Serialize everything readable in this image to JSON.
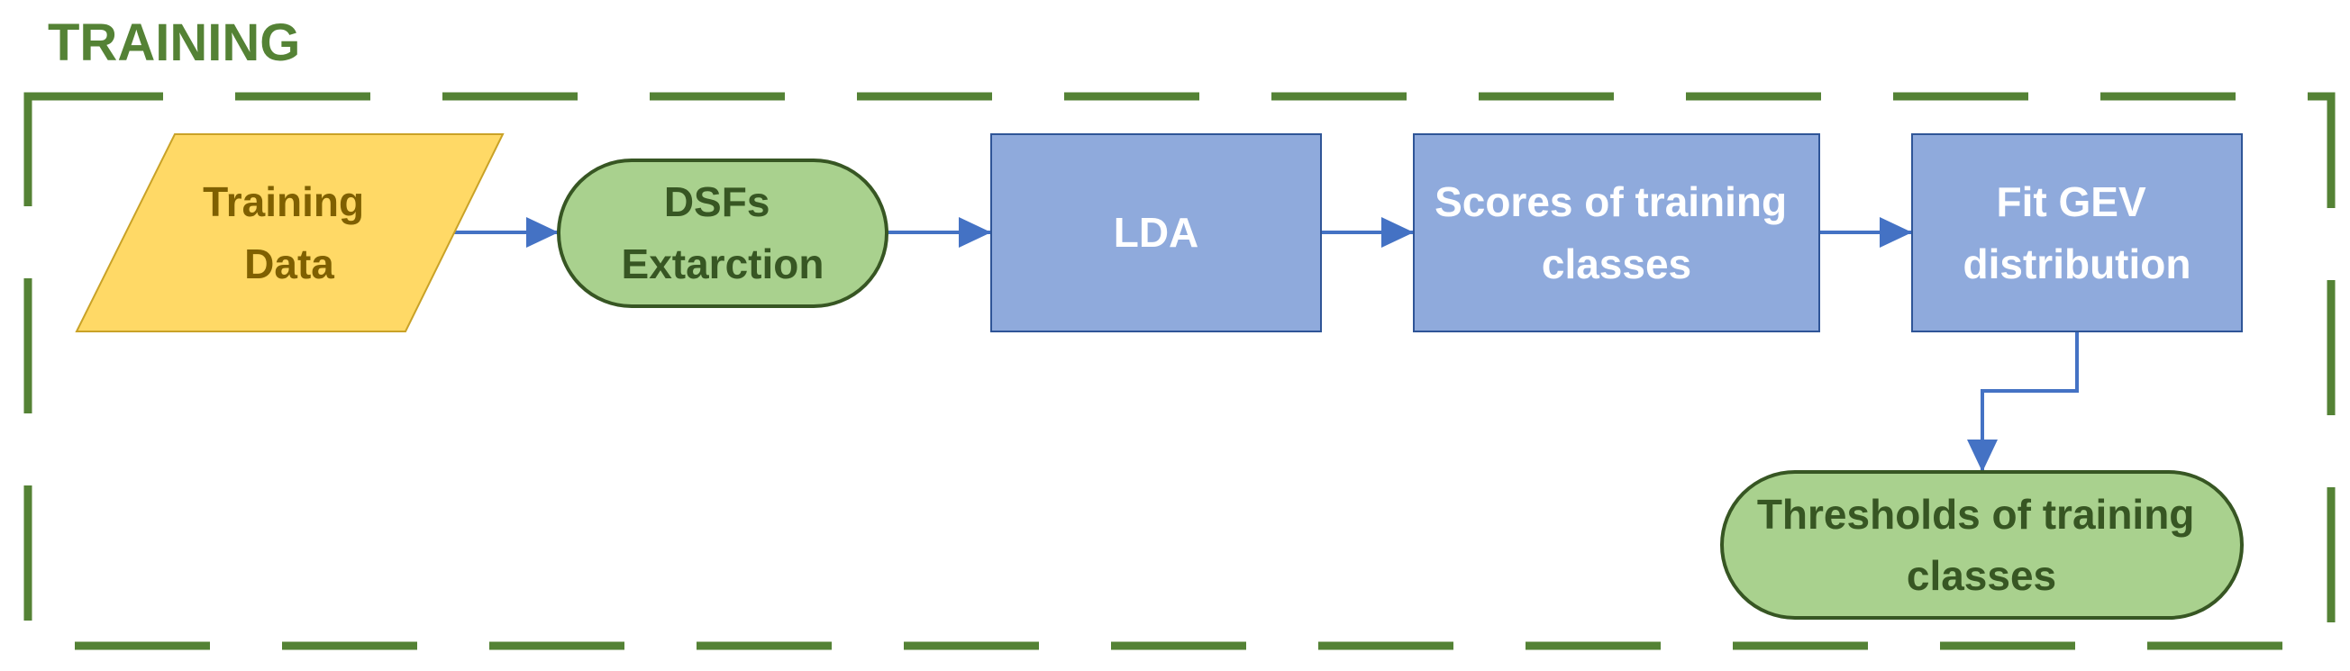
{
  "title": "TRAINING",
  "nodes": [
    {
      "id": "training-data",
      "shape": "parallelogram",
      "lines": [
        "Training",
        "Data"
      ]
    },
    {
      "id": "dsfs-extraction",
      "shape": "terminator",
      "lines": [
        "DSFs",
        "Extarction"
      ]
    },
    {
      "id": "lda",
      "shape": "process",
      "lines": [
        "LDA"
      ]
    },
    {
      "id": "scores",
      "shape": "process",
      "lines": [
        "Scores of training",
        "classes"
      ]
    },
    {
      "id": "fit-gev",
      "shape": "process",
      "lines": [
        "Fit GEV",
        "distribution"
      ]
    },
    {
      "id": "thresholds",
      "shape": "terminator",
      "lines": [
        "Thresholds of training",
        "classes"
      ]
    }
  ],
  "edges": [
    {
      "from": "training-data",
      "to": "dsfs-extraction"
    },
    {
      "from": "dsfs-extraction",
      "to": "lda"
    },
    {
      "from": "lda",
      "to": "scores"
    },
    {
      "from": "scores",
      "to": "fit-gev"
    },
    {
      "from": "fit-gev",
      "to": "thresholds"
    }
  ],
  "colors": {
    "frame": "#548235",
    "title": "#548235",
    "data_fill": "#ffd966",
    "data_stroke": "#c9a227",
    "data_text": "#7f6000",
    "terminator_fill": "#a9d18e",
    "terminator_stroke": "#375623",
    "terminator_text": "#375623",
    "process_fill": "#8faadc",
    "process_stroke": "#2f5597",
    "process_text": "#ffffff",
    "edge": "#4472c4"
  }
}
